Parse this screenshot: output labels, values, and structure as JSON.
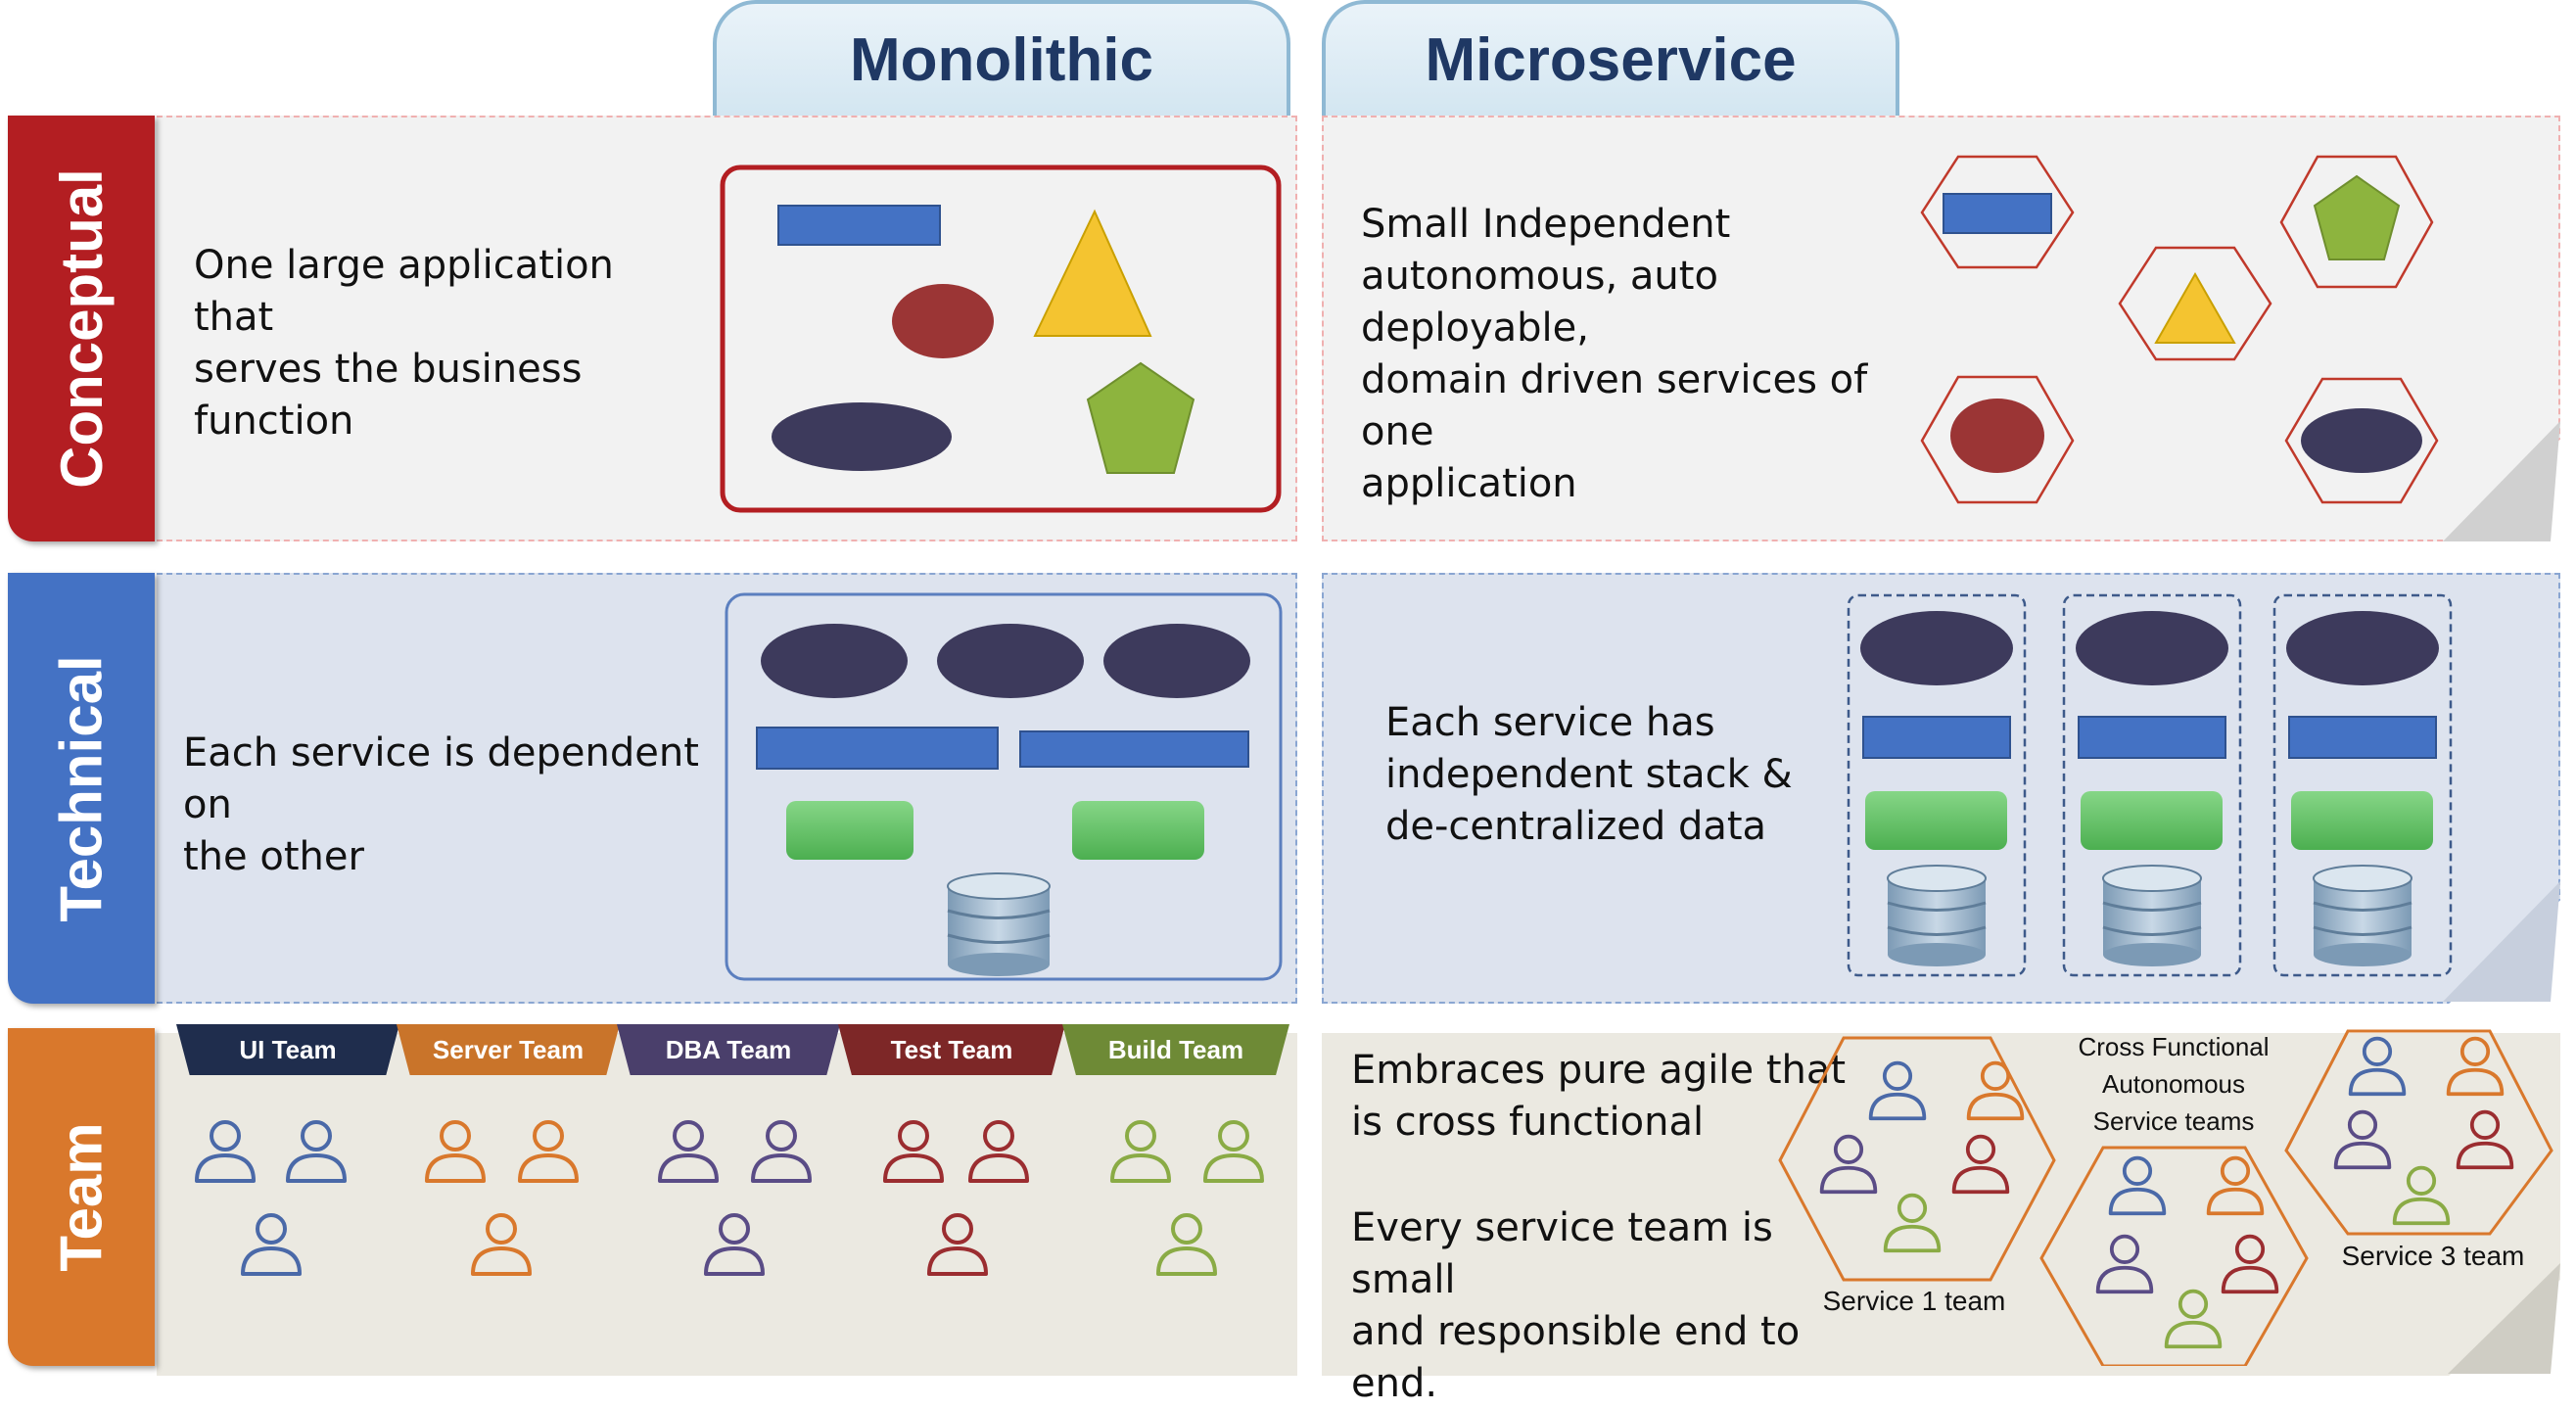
{
  "columns": {
    "monolithic": "Monolithic",
    "microservice": "Microservice"
  },
  "rows": {
    "conceptual": "Conceptual",
    "technical": "Technical",
    "team": "Team"
  },
  "conceptual": {
    "monolithic_text": "One large application that\nserves the business\nfunction",
    "microservice_text": "Small Independent\nautonomous,  auto deployable,\ndomain driven services of one\napplication"
  },
  "technical": {
    "monolithic_text": "Each service is dependent on\nthe other",
    "microservice_text": "Each service has\nindependent  stack  &\nde-centralized  data"
  },
  "team": {
    "monolithic_tabs": [
      "UI Team",
      "Server Team",
      "DBA Team",
      "Test Team",
      "Build Team"
    ],
    "microservice_text_1": "Embraces pure agile that\nis cross functional",
    "microservice_text_2": "Every service team is small\nand responsible end to\nend.",
    "cross_functional_label": "Cross Functional\nAutonomous\nService teams",
    "service_labels": [
      "Service 1 team",
      "Service 3 team"
    ]
  },
  "colors": {
    "conceptual_red": "#b31e22",
    "technical_blue": "#4472c4",
    "team_orange": "#d9782c",
    "tab_text": "#1f3864"
  },
  "icons": [
    "rectangle-shape",
    "triangle-shape",
    "ellipse-shape",
    "pentagon-shape",
    "hexagon-shape",
    "cylinder-shape",
    "database-icon",
    "person-icon"
  ]
}
